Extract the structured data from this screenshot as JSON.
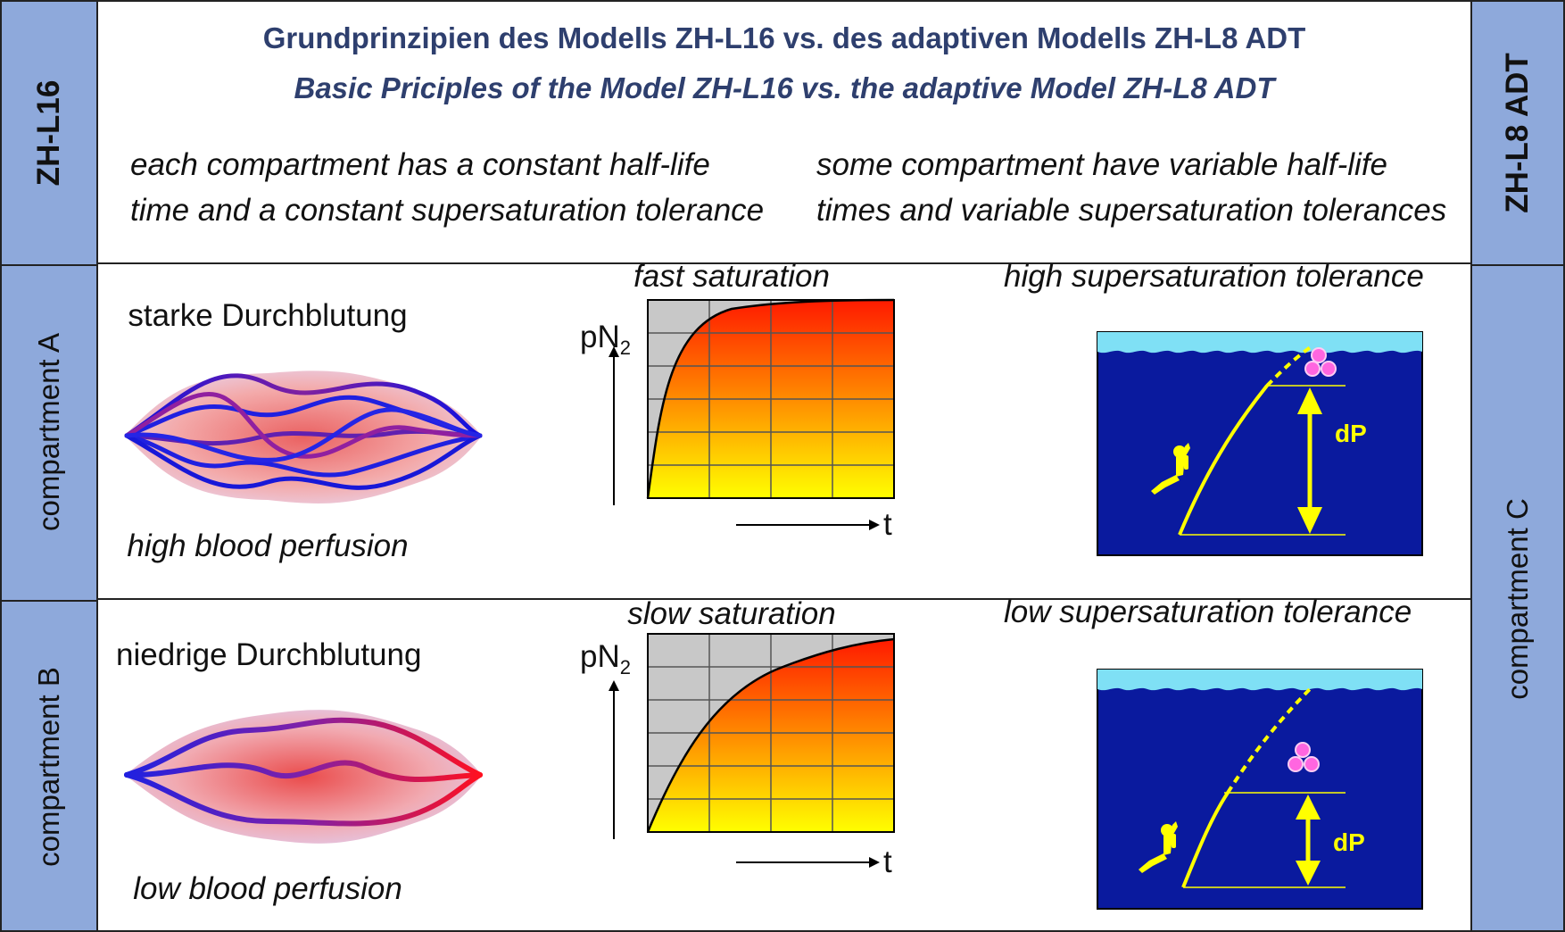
{
  "left_band": {
    "model": "ZH-L16",
    "compartment_a": "compartment A",
    "compartment_b": "compartment B"
  },
  "right_band": {
    "model": "ZH-L8 ADT",
    "compartment_c": "compartment C"
  },
  "header": {
    "title_de": "Grundprinzipien des Modells ZH-L16 vs. des adaptiven Modells ZH-L8 ADT",
    "title_en": "Basic Priciples of the Model ZH-L16 vs. the adaptive Model ZH-L8 ADT",
    "left_desc_line1": "each compartment has a constant half-life",
    "left_desc_line2": "time and a constant supersaturation tolerance",
    "right_desc_line1": "some compartment have variable half-life",
    "right_desc_line2": "times and variable supersaturation tolerances"
  },
  "row_a": {
    "perfusion_de": "starke Durchblutung",
    "perfusion_en": "high blood perfusion",
    "saturation_title": "fast saturation",
    "tolerance_title": "high supersaturation tolerance",
    "y_axis": "pN",
    "y_axis_sub": "2",
    "x_axis": "t",
    "dp_label": "dP"
  },
  "row_b": {
    "perfusion_de": "niedrige Durchblutung",
    "perfusion_en": "low blood perfusion",
    "saturation_title": "slow saturation",
    "tolerance_title": "low supersaturation tolerance",
    "y_axis": "pN",
    "y_axis_sub": "2",
    "x_axis": "t",
    "dp_label": "dP"
  },
  "colors": {
    "side_band": "#8EA9DB",
    "title_text": "#2E3F6E",
    "water": "#0A1A9E",
    "surface": "#7FE0F5",
    "accent_yellow": "#FFFF00",
    "bubble": "#FF66E0"
  }
}
